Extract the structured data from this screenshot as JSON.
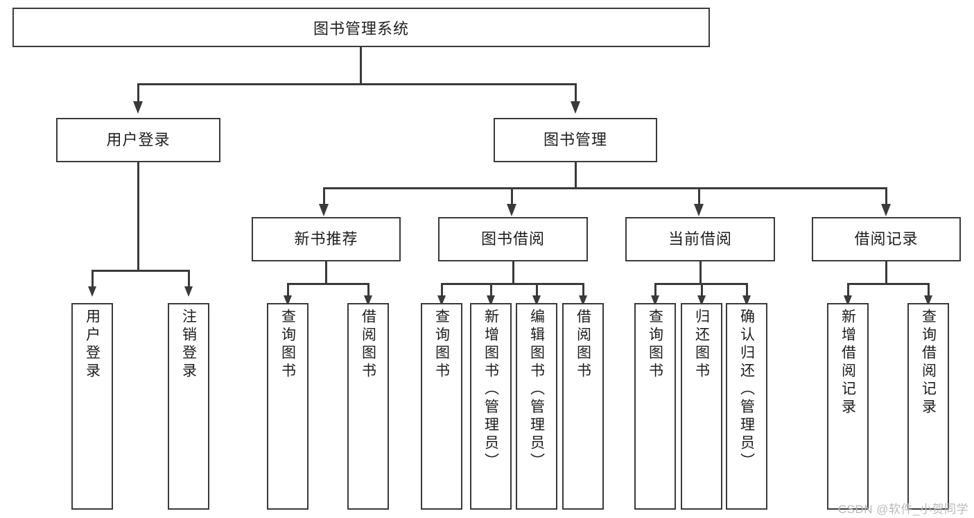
{
  "diagram": {
    "type": "tree-hierarchy-chart",
    "root": {
      "label": "图书管理系统"
    },
    "level2": [
      {
        "label": "用户登录"
      },
      {
        "label": "图书管理"
      }
    ],
    "level3": [
      {
        "label": "新书推荐"
      },
      {
        "label": "图书借阅"
      },
      {
        "label": "当前借阅"
      },
      {
        "label": "借阅记录"
      }
    ],
    "leaves": {
      "user_login": [
        {
          "label": "用户登录"
        },
        {
          "label": "注销登录"
        }
      ],
      "new_book_recommend": [
        {
          "label": "查询图书"
        },
        {
          "label": "借阅图书"
        }
      ],
      "book_borrow": [
        {
          "label": "查询图书"
        },
        {
          "label": "新增图书（管理员）"
        },
        {
          "label": "编辑图书（管理员）"
        },
        {
          "label": "借阅图书"
        }
      ],
      "current_borrow": [
        {
          "label": "查询图书"
        },
        {
          "label": "归还图书"
        },
        {
          "label": "确认归还（管理员）"
        }
      ],
      "borrow_record": [
        {
          "label": "新增借阅记录"
        },
        {
          "label": "查询借阅记录"
        }
      ]
    }
  },
  "watermark": {
    "text": "CSDN @软件_小贺同学"
  },
  "colors": {
    "stroke": "#3a3a3a",
    "text": "#1d1d1d",
    "background": "#ffffff",
    "watermark": "#b9b9b9"
  }
}
